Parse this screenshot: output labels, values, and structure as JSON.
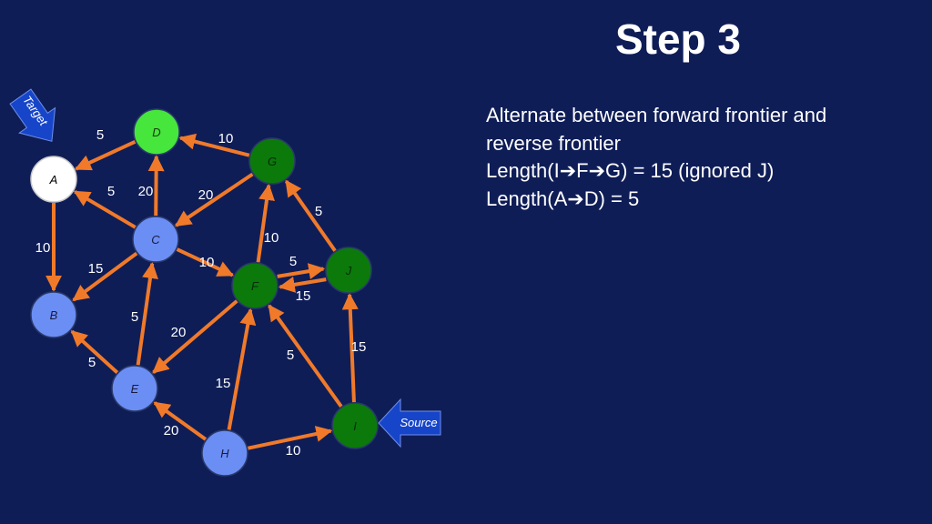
{
  "title": "Step 3",
  "text_lines": [
    "Alternate between forward frontier and",
    "reverse frontier",
    "Length(I➔F➔G) = 15 (ignored J)",
    "Length(A➔D) = 5"
  ],
  "markers": {
    "target": "Target",
    "source": "Source"
  },
  "colors": {
    "background": "#0f1d57",
    "edge": "#f07a2a",
    "forward_frontier": "#0b7a0b",
    "reverse_frontier": "#46e63c",
    "unvisited": "#6b8ef5",
    "target_node": "#ffffff",
    "marker": "#1745c9"
  },
  "nodes": [
    {
      "id": "A",
      "label": "A",
      "state": "target"
    },
    {
      "id": "B",
      "label": "B",
      "state": "unvisited"
    },
    {
      "id": "C",
      "label": "C",
      "state": "unvisited"
    },
    {
      "id": "D",
      "label": "D",
      "state": "reverse"
    },
    {
      "id": "E",
      "label": "E",
      "state": "unvisited"
    },
    {
      "id": "F",
      "label": "F",
      "state": "forward"
    },
    {
      "id": "G",
      "label": "G",
      "state": "forward"
    },
    {
      "id": "H",
      "label": "H",
      "state": "unvisited"
    },
    {
      "id": "I",
      "label": "I",
      "state": "forward"
    },
    {
      "id": "J",
      "label": "J",
      "state": "forward"
    }
  ],
  "edges": [
    {
      "from": "D",
      "to": "A",
      "weight": "5"
    },
    {
      "from": "G",
      "to": "D",
      "weight": "10"
    },
    {
      "from": "C",
      "to": "D",
      "weight": "20"
    },
    {
      "from": "C",
      "to": "A",
      "weight": "5"
    },
    {
      "from": "G",
      "to": "C",
      "weight": "20"
    },
    {
      "from": "A",
      "to": "B",
      "weight": "10"
    },
    {
      "from": "C",
      "to": "B",
      "weight": "15"
    },
    {
      "from": "C",
      "to": "F",
      "weight": "10"
    },
    {
      "from": "F",
      "to": "G",
      "weight": "10"
    },
    {
      "from": "J",
      "to": "G",
      "weight": "5"
    },
    {
      "from": "F",
      "to": "J",
      "weight": "5"
    },
    {
      "from": "J",
      "to": "F",
      "weight": "15"
    },
    {
      "from": "E",
      "to": "C",
      "weight": "5"
    },
    {
      "from": "F",
      "to": "E",
      "weight": "20"
    },
    {
      "from": "E",
      "to": "B",
      "weight": "5"
    },
    {
      "from": "H",
      "to": "F",
      "weight": "15"
    },
    {
      "from": "I",
      "to": "F",
      "weight": "5"
    },
    {
      "from": "I",
      "to": "J",
      "weight": "15"
    },
    {
      "from": "H",
      "to": "E",
      "weight": "20"
    },
    {
      "from": "H",
      "to": "I",
      "weight": "10"
    }
  ]
}
